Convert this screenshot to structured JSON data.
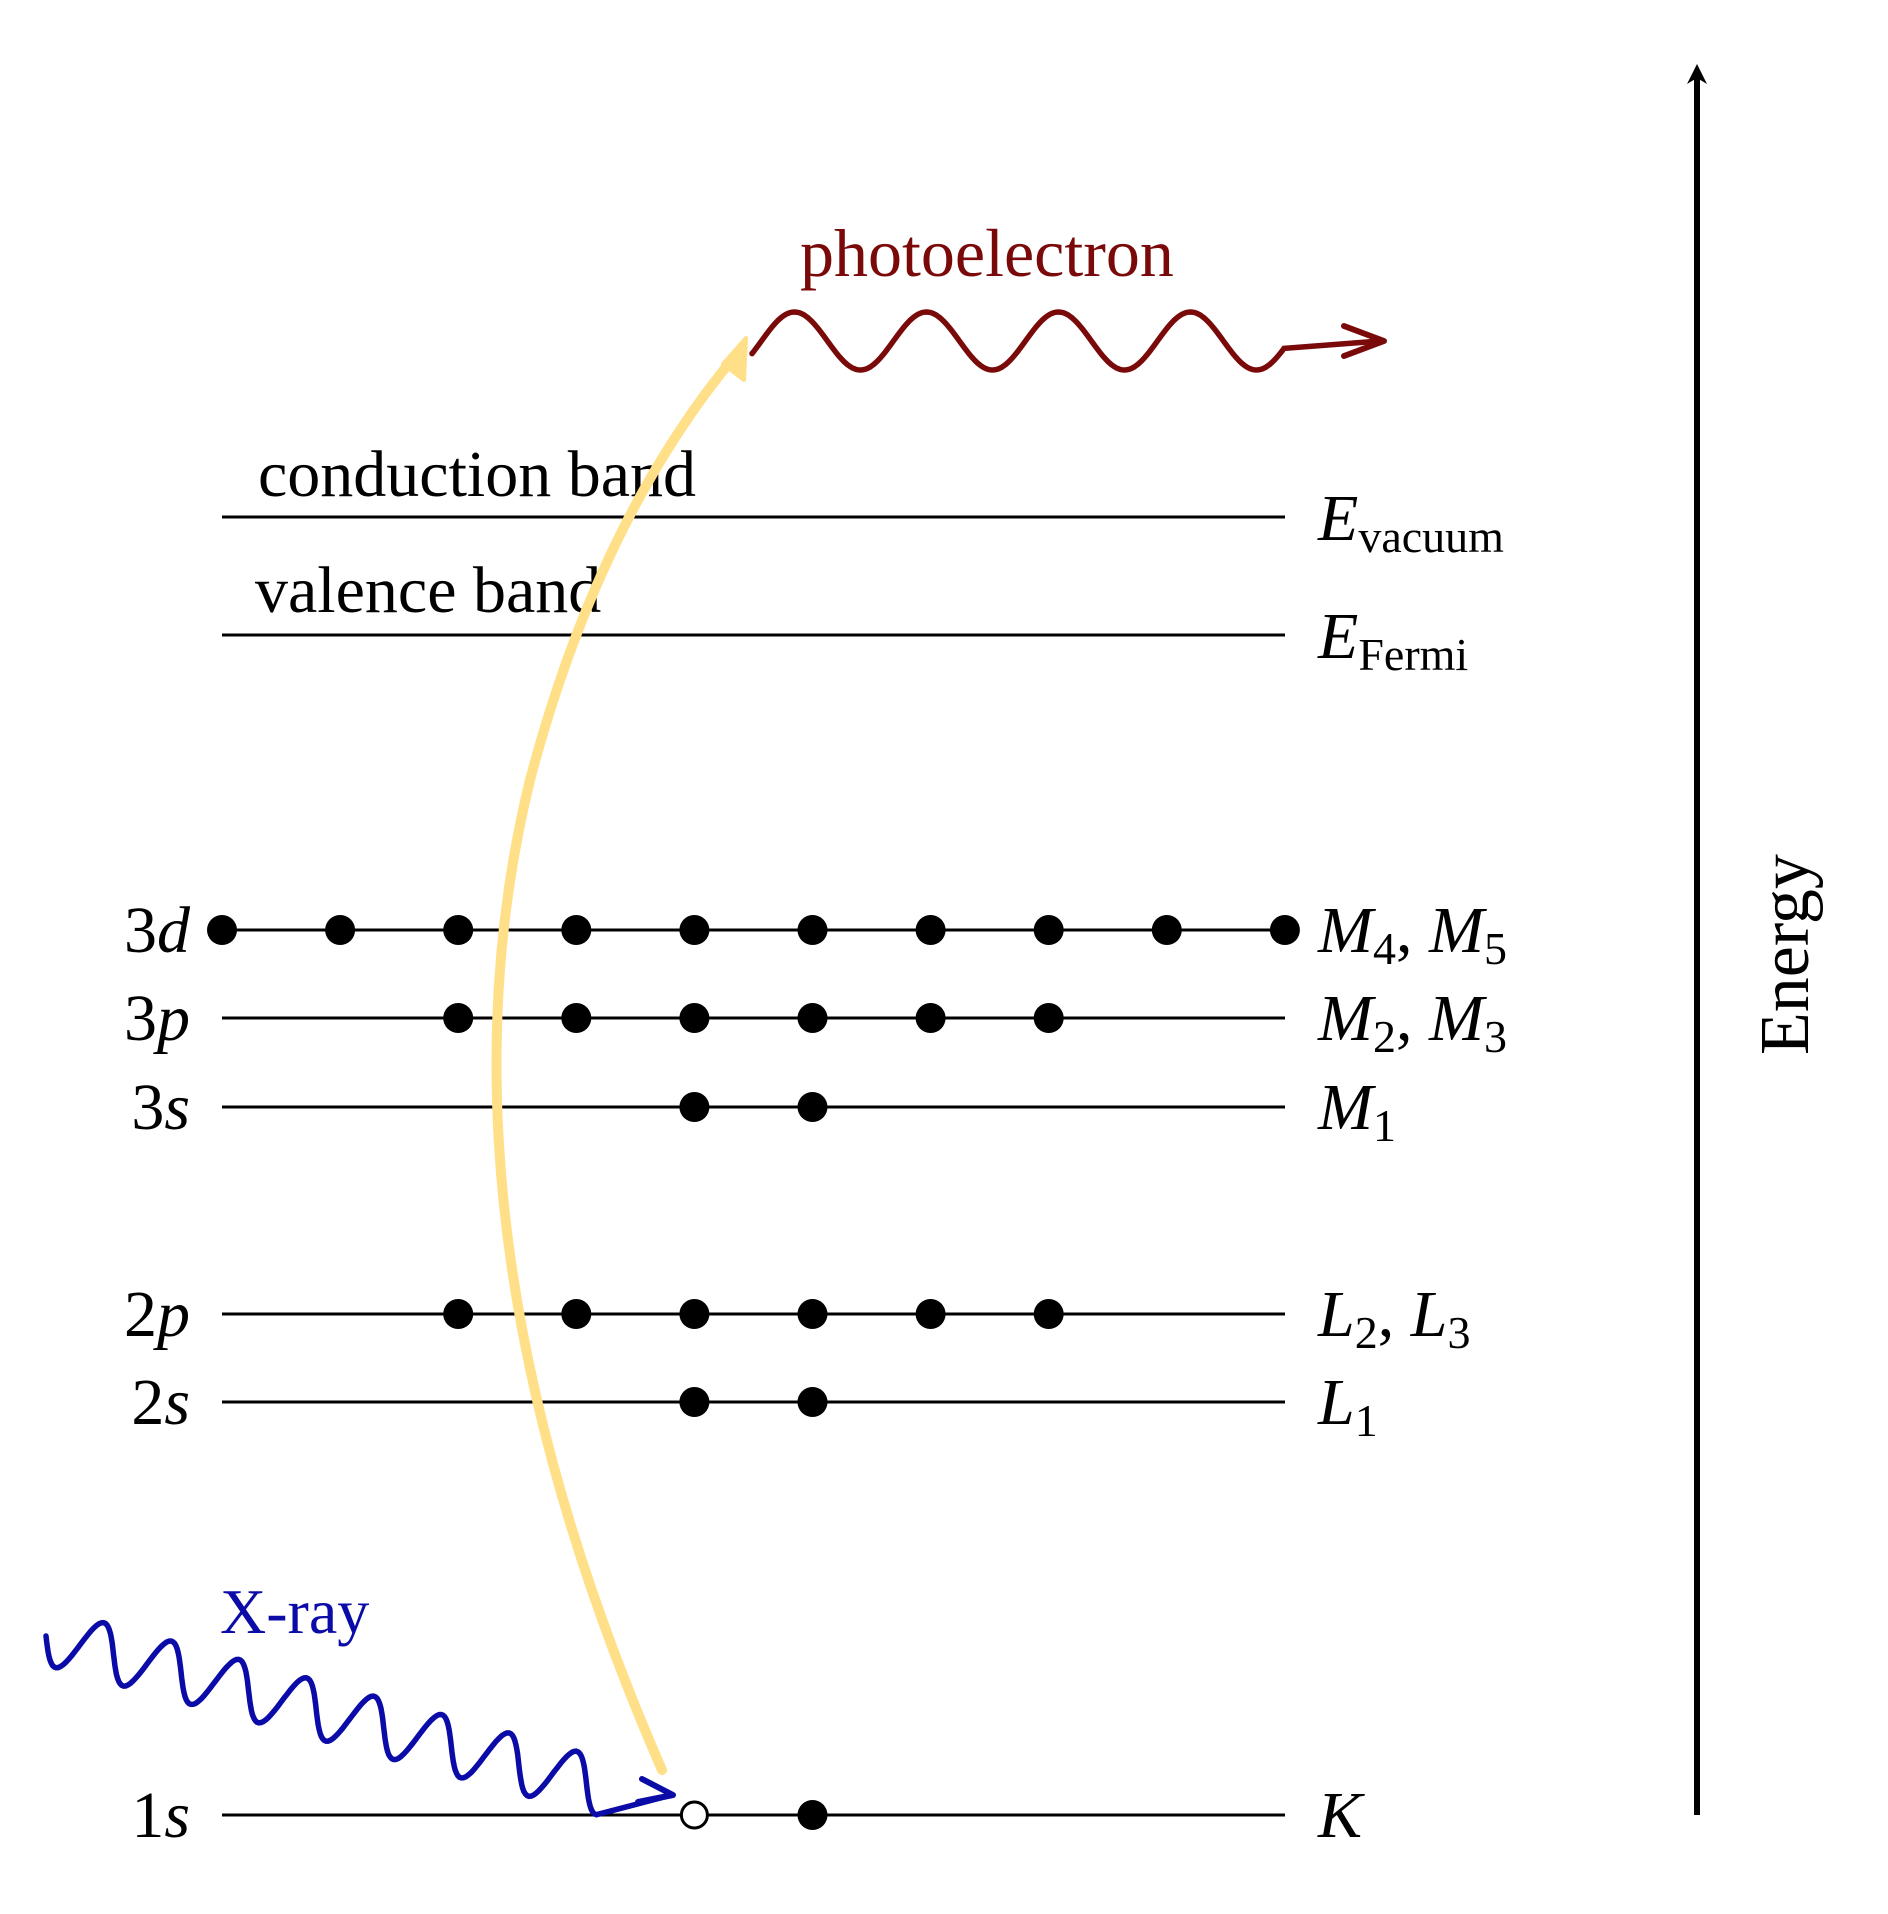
{
  "colors": {
    "line": "#000000",
    "xray": "#0b0ba8",
    "photoelectron": "#7a0a0a",
    "transition": "#ffe088"
  },
  "labels": {
    "photoelectron": "photoelectron",
    "xray": "X-ray",
    "energy": "Energy",
    "conduction_band": "conduction band",
    "valence_band": "valence band"
  },
  "edges": {
    "vacuum": {
      "symbol": "E",
      "sub": "vacuum"
    },
    "fermi": {
      "symbol": "E",
      "sub": "Fermi"
    }
  },
  "levels": [
    {
      "id": "3d",
      "n": "3",
      "l": "d",
      "shell": [
        {
          "s": "M",
          "sub": "4"
        },
        {
          "s": "M",
          "sub": "5"
        }
      ],
      "electrons": 10,
      "vacancies": 0
    },
    {
      "id": "3p",
      "n": "3",
      "l": "p",
      "shell": [
        {
          "s": "M",
          "sub": "2"
        },
        {
          "s": "M",
          "sub": "3"
        }
      ],
      "electrons": 6,
      "vacancies": 0
    },
    {
      "id": "3s",
      "n": "3",
      "l": "s",
      "shell": [
        {
          "s": "M",
          "sub": "1"
        }
      ],
      "electrons": 2,
      "vacancies": 0
    },
    {
      "id": "2p",
      "n": "2",
      "l": "p",
      "shell": [
        {
          "s": "L",
          "sub": "2"
        },
        {
          "s": "L",
          "sub": "3"
        }
      ],
      "electrons": 6,
      "vacancies": 0
    },
    {
      "id": "2s",
      "n": "2",
      "l": "s",
      "shell": [
        {
          "s": "L",
          "sub": "1"
        }
      ],
      "electrons": 2,
      "vacancies": 0
    },
    {
      "id": "1s",
      "n": "1",
      "l": "s",
      "shell": [
        {
          "s": "K",
          "sub": ""
        }
      ],
      "electrons": 1,
      "vacancies": 1
    }
  ]
}
